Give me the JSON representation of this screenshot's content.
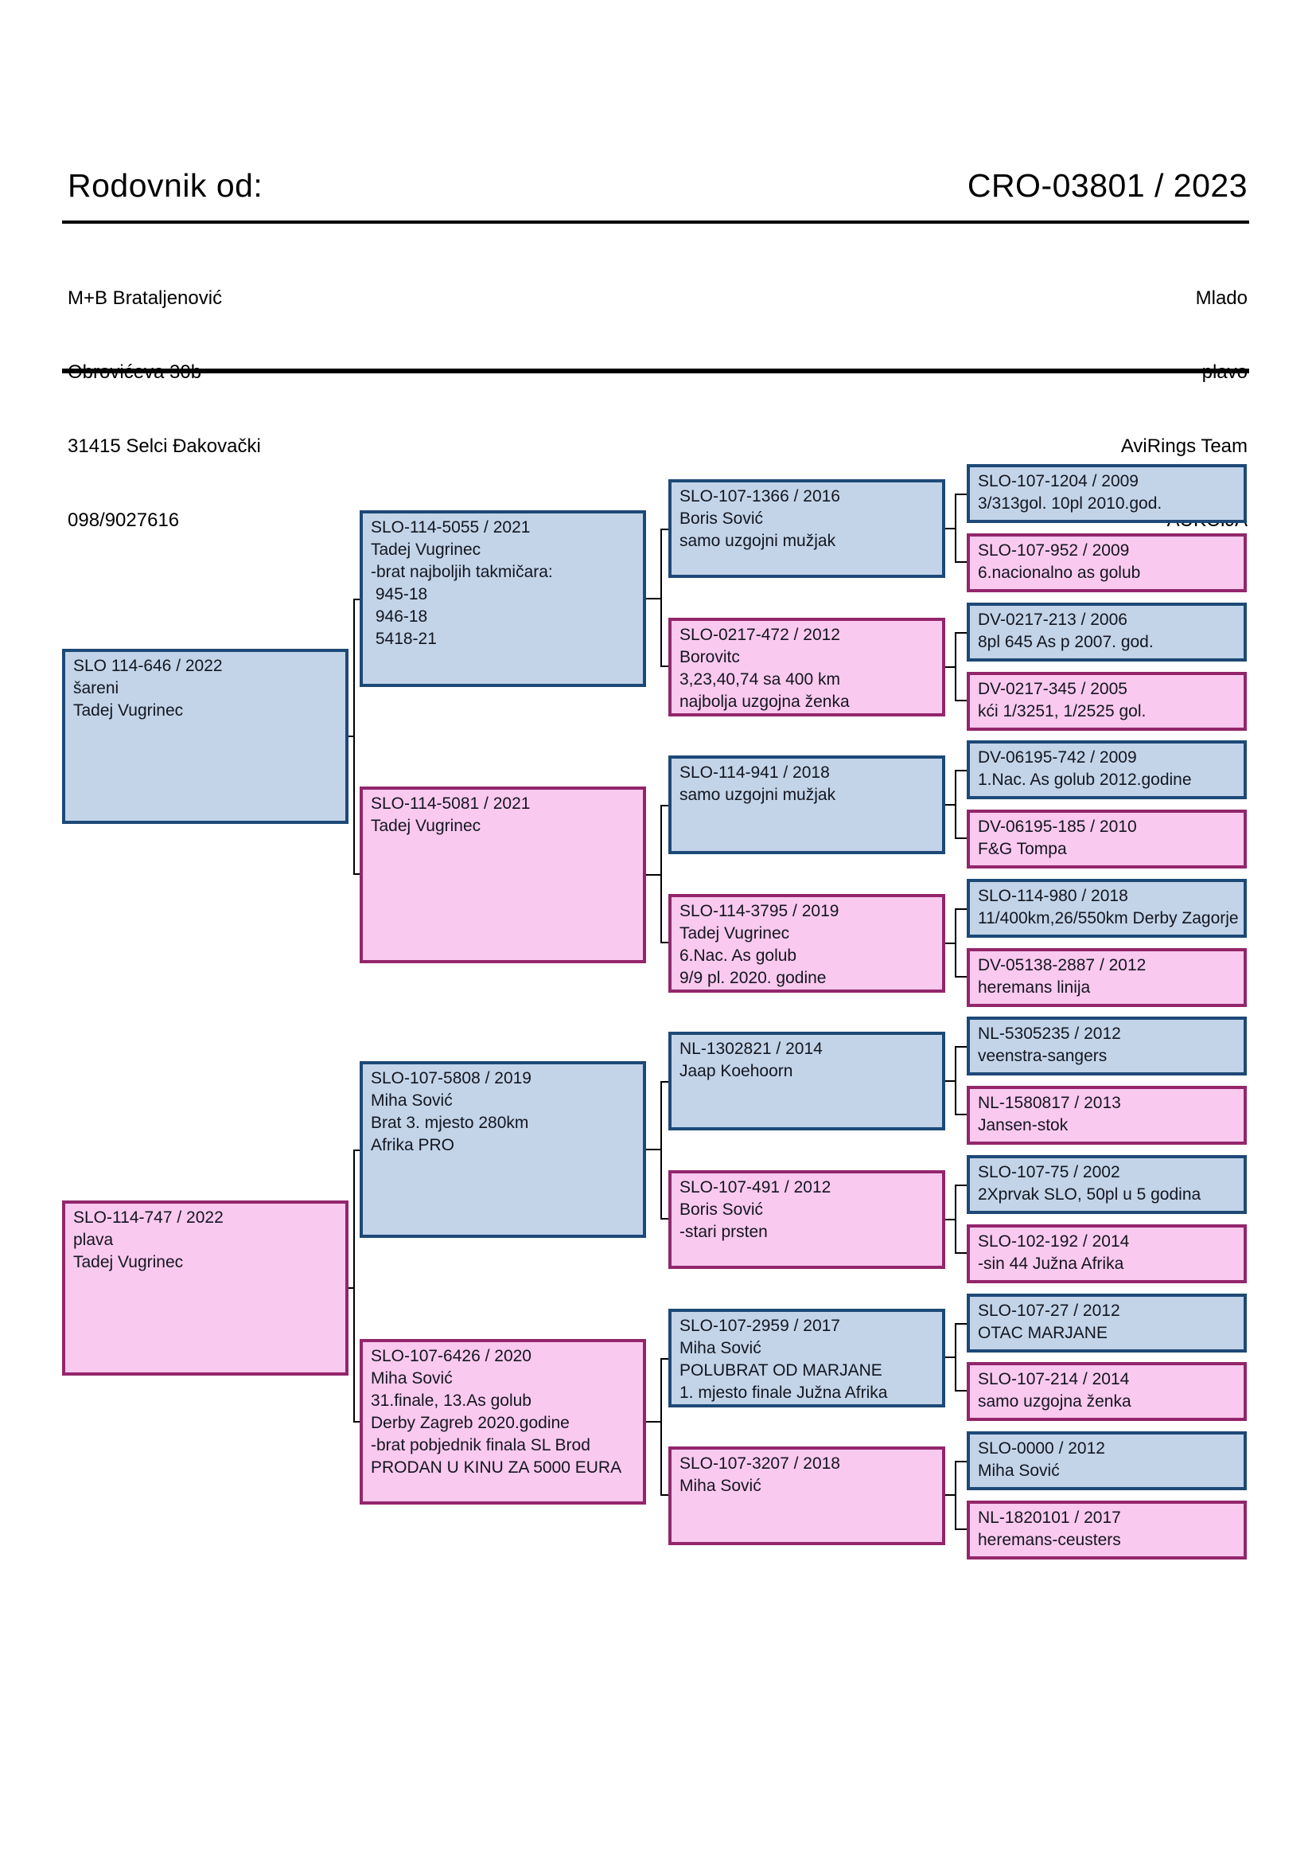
{
  "header": {
    "title_left": "Rodovnik od:",
    "ring_number": "CRO-03801 / 2023"
  },
  "owner": {
    "name": "M+B Brataljenović",
    "street": "Obrovićeva 30b",
    "city": "31415 Selci Đakovački",
    "phone": "098/9027616"
  },
  "bird": {
    "age": "Mlado",
    "color": "plavo",
    "team": "AviRings Team",
    "sale": "AUKCIJA"
  },
  "palette": {
    "box_blue_fill": "#C3D4E9",
    "box_blue_border": "#1D4977",
    "box_pink_fill": "#FAC9EF",
    "box_pink_border": "#93266B",
    "line_color": "#000000",
    "text_color": "#13161F"
  },
  "tree": {
    "g1": [
      {
        "ring": "SLO 114-646 / 2022",
        "info": "šareni\nTadej Vugrinec"
      },
      {
        "ring": "SLO-114-747 / 2022",
        "info": "plava\nTadej Vugrinec"
      }
    ],
    "g2": [
      {
        "ring": "SLO-114-5055 / 2021",
        "info": "Tadej Vugrinec\n-brat najboljih takmičara:\n 945-18\n 946-18\n 5418-21"
      },
      {
        "ring": "SLO-114-5081 / 2021",
        "info": "Tadej Vugrinec"
      },
      {
        "ring": "SLO-107-5808 / 2019",
        "info": "Miha Sović\nBrat 3. mjesto 280km\nAfrika PRO"
      },
      {
        "ring": "SLO-107-6426 / 2020",
        "info": "Miha Sović\n31.finale, 13.As golub\nDerby Zagreb 2020.godine\n-brat pobjednik finala SL Brod\nPRODAN U KINU ZA 5000 EURA"
      }
    ],
    "g3": [
      {
        "ring": "SLO-107-1366 / 2016",
        "info": "Boris Sović\nsamo uzgojni mužjak"
      },
      {
        "ring": "SLO-0217-472 / 2012",
        "info": "Borovitc\n3,23,40,74 sa 400 km\nnajbolja uzgojna ženka"
      },
      {
        "ring": "SLO-114-941 / 2018",
        "info": "samo uzgojni mužjak"
      },
      {
        "ring": "SLO-114-3795 / 2019",
        "info": "Tadej Vugrinec\n6.Nac. As golub\n9/9 pl. 2020. godine"
      },
      {
        "ring": "NL-1302821 / 2014",
        "info": "Jaap Koehoorn"
      },
      {
        "ring": "SLO-107-491 / 2012",
        "info": "Boris Sović\n-stari prsten"
      },
      {
        "ring": "SLO-107-2959 / 2017",
        "info": "Miha Sović\nPOLUBRAT OD MARJANE\n1. mjesto finale Južna Afrika"
      },
      {
        "ring": "SLO-107-3207 / 2018",
        "info": "Miha Sović"
      }
    ],
    "g4": [
      {
        "ring": "SLO-107-1204 / 2009",
        "info": "3/313gol. 10pl 2010.god."
      },
      {
        "ring": "SLO-107-952 / 2009",
        "info": "6.nacionalno as golub"
      },
      {
        "ring": "DV-0217-213 / 2006",
        "info": "8pl 645 As p 2007. god."
      },
      {
        "ring": "DV-0217-345 / 2005",
        "info": "kći 1/3251, 1/2525 gol."
      },
      {
        "ring": "DV-06195-742 / 2009",
        "info": "1.Nac. As golub 2012.godine"
      },
      {
        "ring": "DV-06195-185 / 2010",
        "info": "F&G Tompa"
      },
      {
        "ring": "SLO-114-980 / 2018",
        "info": "11/400km,26/550km Derby Zagorje"
      },
      {
        "ring": "DV-05138-2887 / 2012",
        "info": "heremans linija"
      },
      {
        "ring": "NL-5305235 / 2012",
        "info": "veenstra-sangers"
      },
      {
        "ring": "NL-1580817 / 2013",
        "info": "Jansen-stok"
      },
      {
        "ring": "SLO-107-75 / 2002",
        "info": "2Xprvak SLO, 50pl u 5 godina"
      },
      {
        "ring": "SLO-102-192 / 2014",
        "info": "-sin 44 Južna Afrika"
      },
      {
        "ring": "SLO-107-27 / 2012",
        "info": "OTAC MARJANE"
      },
      {
        "ring": "SLO-107-214 / 2014",
        "info": "samo uzgojna ženka"
      },
      {
        "ring": "SLO-0000 / 2012",
        "info": "Miha Sović"
      },
      {
        "ring": "NL-1820101 / 2017",
        "info": "heremans-ceusters"
      }
    ]
  }
}
